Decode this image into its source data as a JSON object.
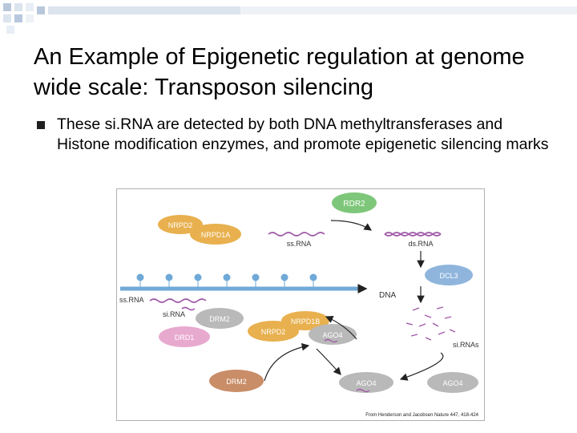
{
  "slide": {
    "title": "An Example of Epigenetic regulation at genome wide scale: Transposon silencing",
    "bullet": "These si.RNA are detected by both DNA methyltransferases and Histone modification enzymes, and promote epigenetic silencing marks"
  },
  "figure": {
    "labels": {
      "rdr2": "RDR2",
      "nrpd2_top": "NRPD2",
      "nrpd1a": "NRPD1A",
      "ssrna_top": "ss.RNA",
      "dsrna": "ds.RNA",
      "dcl3": "DCL3",
      "ssrna_left": "ss.RNA",
      "dna": "DNA",
      "sirna": "si.RNA",
      "drm2_mid": "DRM2",
      "nrpd1b": "NRPD1B",
      "nrpd2_mid": "NRPD2",
      "ago4_mid": "AGO4",
      "drd1": "DRD1",
      "sirnas": "si.RNAs",
      "drm2_bottom": "DRM2",
      "ago4_bottom": "AGO4",
      "ago4_right": "AGO4",
      "credit": "From Henderson and Jacobsen Nature 447, 418-424"
    },
    "colors": {
      "green": "#7ec77a",
      "orange": "#e8b04e",
      "blue": "#8fb5dc",
      "grey": "#b9b9b9",
      "pink": "#e8a9cf",
      "tan": "#c98d68",
      "rna": "#a05aa8",
      "dna": "#6fa9d7"
    }
  }
}
